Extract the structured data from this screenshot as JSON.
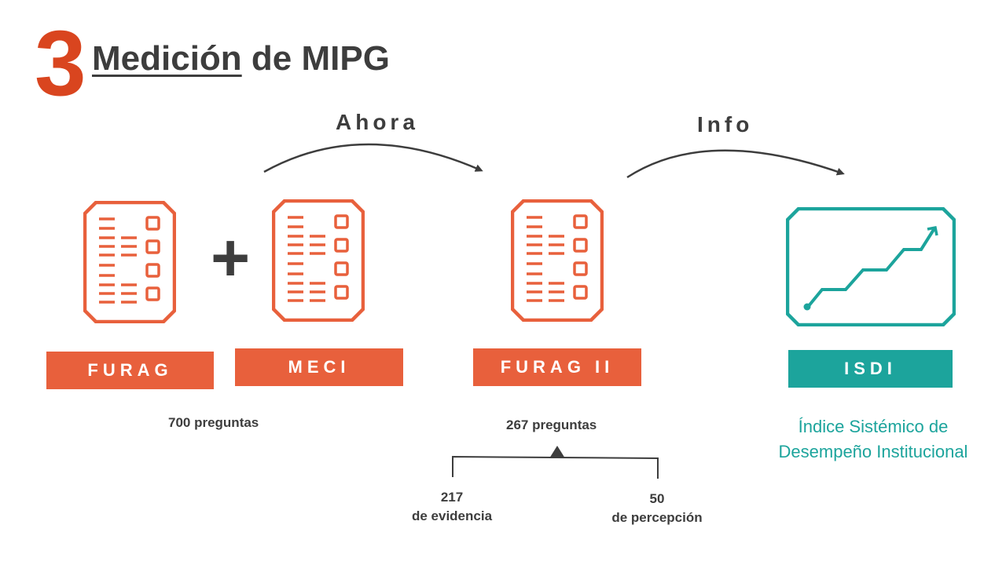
{
  "header": {
    "section_number": "3",
    "title_underlined": "Medición",
    "title_rest": " de MIPG"
  },
  "flow": {
    "arrow_1_label": "Ahora",
    "arrow_2_label": "Info"
  },
  "items": [
    {
      "badge": "FURAG",
      "icon": "checklist-document-icon",
      "color": "#e8603c"
    },
    {
      "badge": "MECI",
      "icon": "checklist-document-icon",
      "color": "#e8603c"
    },
    {
      "badge": "FURAG II",
      "icon": "checklist-document-icon",
      "color": "#e8603c"
    },
    {
      "badge": "ISDI",
      "icon": "growth-chart-icon",
      "color": "#1ca49c"
    }
  ],
  "combine_symbol": "+",
  "counts": {
    "furag_meci": "700 preguntas",
    "furag_ii": "267 preguntas"
  },
  "breakdown": {
    "evidence_number": "217",
    "evidence_text": "de evidencia",
    "perception_number": "50",
    "perception_text": "de percepción"
  },
  "isdi_description": "Índice Sistémico de Desempeño Institucional",
  "colors": {
    "accent_red": "#d9451f",
    "orange": "#e8603c",
    "teal": "#1ca49c",
    "text_dark": "#3d3d3d"
  }
}
